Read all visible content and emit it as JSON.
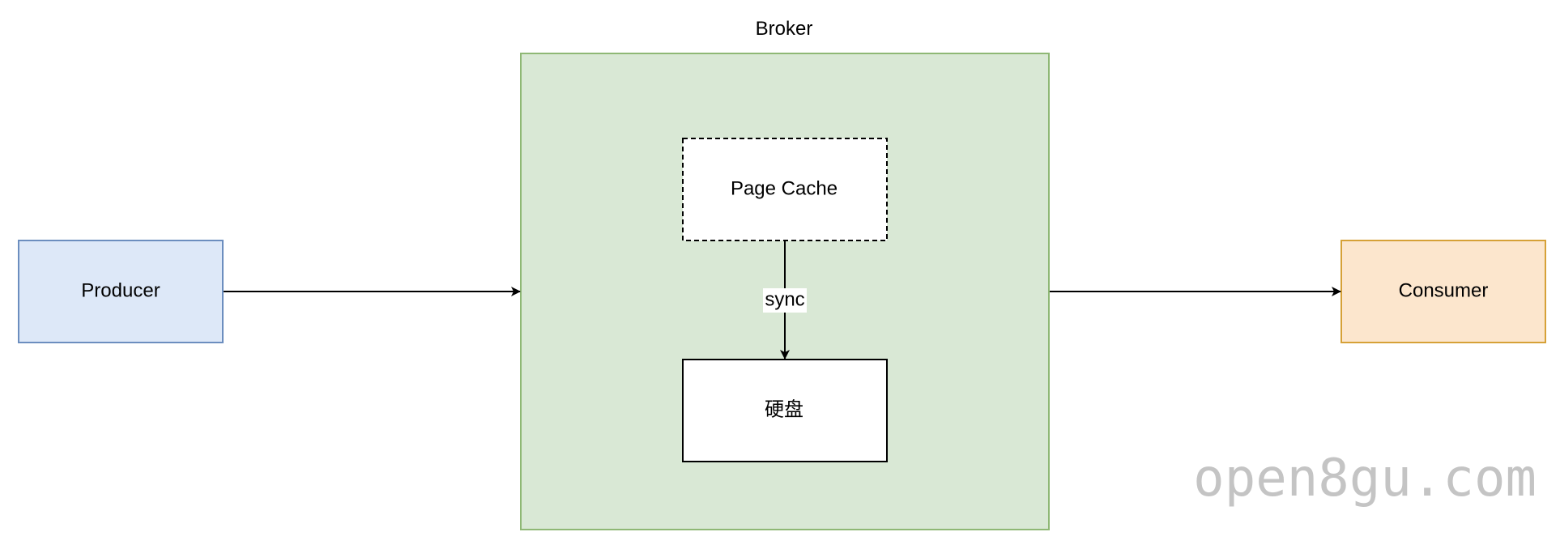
{
  "broker": {
    "title": "Broker",
    "fill": "#d9e8d5",
    "stroke": "#8fb875"
  },
  "producer": {
    "label": "Producer",
    "fill": "#dde8f8",
    "stroke": "#6c8ebf"
  },
  "consumer": {
    "label": "Consumer",
    "fill": "#fce6cd",
    "stroke": "#d6a137"
  },
  "page_cache": {
    "label": "Page Cache",
    "border_style": "dashed"
  },
  "disk": {
    "label": "硬盘"
  },
  "edges": {
    "sync_label": "sync"
  },
  "watermark": {
    "text": "open8gu.com",
    "color": "#c4c4c4"
  }
}
